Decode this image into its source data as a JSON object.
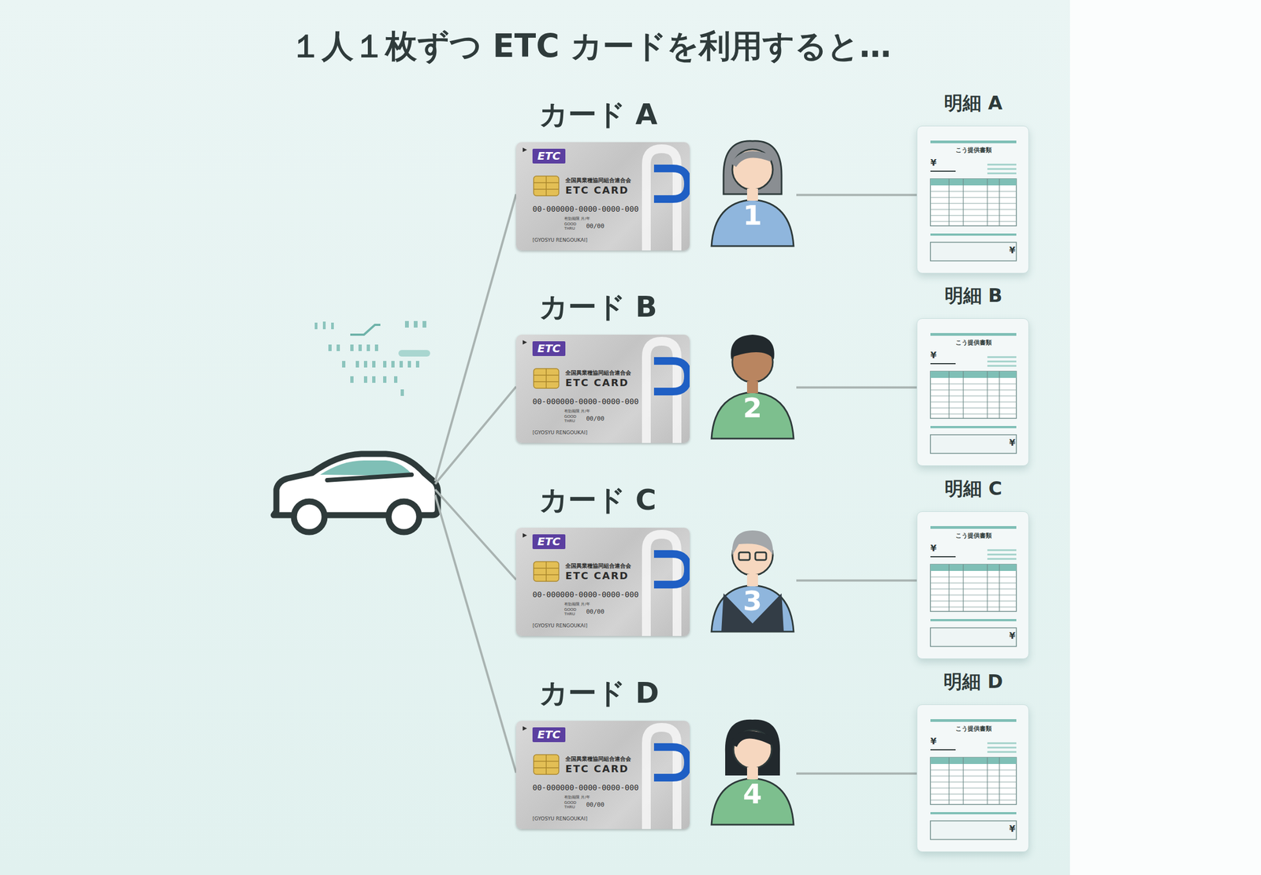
{
  "diagram": {
    "title": "１人１枚ずつ ETC カードを利用すると…",
    "nodes": [
      {
        "text": [
          "カード A",
          "ETC",
          "全国異業種協同組合連合会",
          "ETC CARD",
          "00-000000-0000-0000-000",
          "有効期限 月/年",
          "GOOD THRU",
          "00/00",
          "[GYOSYU RENGOUKAI]"
        ]
      },
      {
        "text": [
          "1"
        ]
      },
      {
        "text": [
          "明細 A",
          "こう提供書類",
          "¥",
          "¥"
        ]
      },
      {
        "text": [
          "カード B",
          "ETC",
          "全国異業種協同組合連合会",
          "ETC CARD",
          "00-000000-0000-0000-000",
          "有効期限 月/年",
          "GOOD THRU",
          "00/00",
          "[GYOSYU RENGOUKAI]"
        ]
      },
      {
        "text": [
          "2"
        ]
      },
      {
        "text": [
          "明細 B",
          "こう提供書類",
          "¥",
          "¥"
        ]
      },
      {
        "text": [
          "カード C",
          "ETC",
          "全国異業種協同組合連合会",
          "ETC CARD",
          "00-000000-0000-0000-000",
          "有効期限 月/年",
          "GOOD THRU",
          "00/00",
          "[GYOSYU RENGOUKAI]"
        ]
      },
      {
        "text": [
          "3"
        ]
      },
      {
        "text": [
          "明細 C",
          "こう提供書類",
          "¥",
          "¥"
        ]
      },
      {
        "text": [
          "カード D",
          "ETC",
          "全国異業種協同組合連合会",
          "ETC CARD",
          "00-000000-0000-0000-000",
          "有効期限 月/年",
          "GOOD THRU",
          "00/00",
          "[GYOSYU RENGOUKAI]"
        ]
      },
      {
        "text": [
          "4"
        ]
      },
      {
        "text": [
          "明細 D",
          "こう提供書類",
          "¥",
          "¥"
        ]
      }
    ],
    "edges": [
      {
        "from": 1,
        "to": 2,
        "arrow": "none"
      },
      {
        "from": 4,
        "to": 5,
        "arrow": "none"
      },
      {
        "from": 7,
        "to": 8,
        "arrow": "none"
      },
      {
        "from": 10,
        "to": 11,
        "arrow": "none"
      }
    ]
  }
}
